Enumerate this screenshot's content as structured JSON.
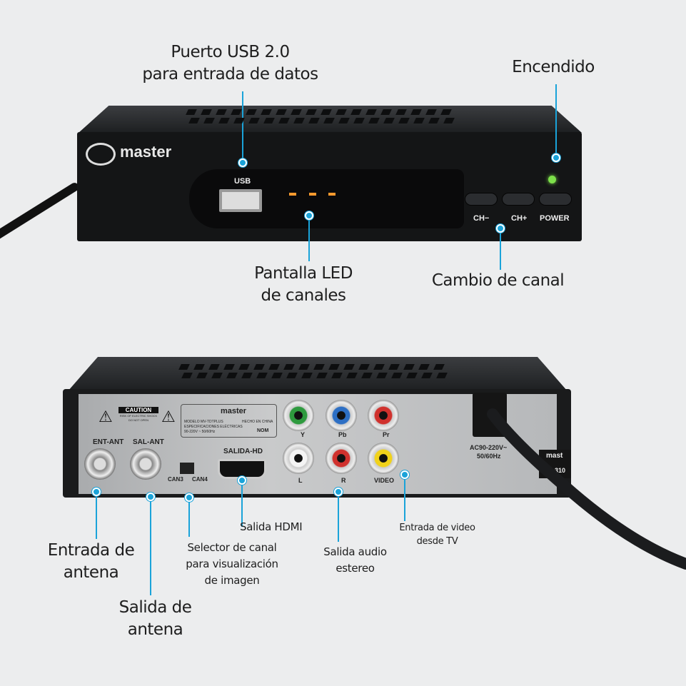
{
  "colors": {
    "callout": "#1aa3d9",
    "background": "#ecedee",
    "power_led": "#7de04a",
    "channel_led": "#ff9a2e"
  },
  "front": {
    "brand": "master",
    "usb_label": "USB",
    "ch_minus": "CH−",
    "ch_plus": "CH+",
    "power": "POWER"
  },
  "back": {
    "caution": "CAUTION",
    "caution_sub1": "RISK OF ELECTRIC SHOCK",
    "caution_sub2": "DO NOT OPEN",
    "label_brand": "master",
    "label_model": "MODELO MV-TDTPLUS",
    "label_origin": "HECHO EN CHINA",
    "label_specs": "ESPECIFICACIONES ELÉCTRICAS",
    "label_voltage": "90-220V ~ 50/60Hz",
    "label_nom": "NOM",
    "ent_ant": "ENT-ANT",
    "sal_ant": "SAL-ANT",
    "can3": "CAN3",
    "can4": "CAN4",
    "salida_hd": "SALIDA-HD",
    "y": "Y",
    "pb": "Pb",
    "pr": "Pr",
    "l": "L",
    "r": "R",
    "video": "VIDEO",
    "ac1": "AC90-220V~",
    "ac2": "50/60Hz",
    "side_brand": "mast",
    "side_code": "310"
  },
  "callouts": {
    "usb": [
      "Puerto USB 2.0",
      "para entrada de datos"
    ],
    "power": [
      "Encendido"
    ],
    "led": [
      "Pantalla LED",
      "de canales"
    ],
    "channel": [
      "Cambio de canal"
    ],
    "antenna_in": [
      "Entrada de",
      "antena"
    ],
    "antenna_out": [
      "Salida de",
      "antena"
    ],
    "selector": [
      "Selector de canal",
      "para visualización",
      "de imagen"
    ],
    "hdmi": [
      "Salida HDMI"
    ],
    "audio": [
      "Salida audio",
      "estereo"
    ],
    "video_in": [
      "Entrada de video",
      "desde TV"
    ]
  }
}
